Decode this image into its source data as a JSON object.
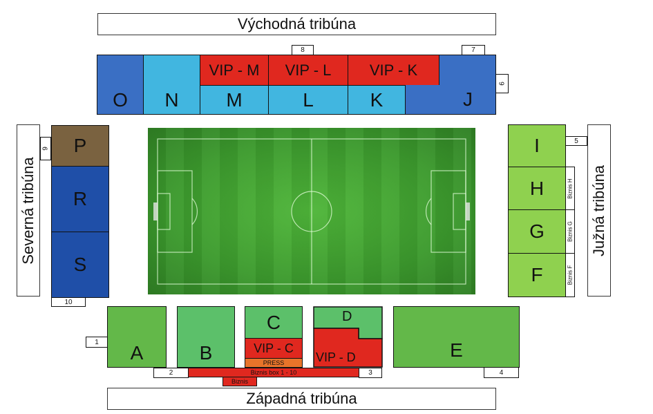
{
  "stands": {
    "east": "Východná tribúna",
    "west": "Západná tribúna",
    "north": "Severná tribúna",
    "south": "Južná tribúna"
  },
  "sections": {
    "O": "O",
    "N": "N",
    "M": "M",
    "L": "L",
    "K": "K",
    "J": "J",
    "P": "P",
    "R": "R",
    "S": "S",
    "I": "I",
    "H": "H",
    "G": "G",
    "F": "F",
    "A": "A",
    "B": "B",
    "C": "C",
    "D": "D",
    "E": "E"
  },
  "vip": {
    "M": "VIP - M",
    "L": "VIP - L",
    "K": "VIP - K",
    "C": "VIP - C",
    "D": "VIP - D"
  },
  "gates": {
    "g1": "1",
    "g2": "2",
    "g3": "3",
    "g4": "4",
    "g5": "5",
    "g6": "6",
    "g7": "7",
    "g8": "8",
    "g9": "9",
    "g10": "10"
  },
  "small_labels": {
    "press": "PRESS",
    "biznis_box": "Biznis box 1 - 10",
    "biznis": "Biznis",
    "biznis_h": "Biznis H",
    "biznis_g": "Biznis G",
    "biznis_f": "Biznis F"
  },
  "colors": {
    "blue_dark": "#3a6fc4",
    "blue_navy": "#1f4fa8",
    "cyan": "#41b6e0",
    "vip_red": "#e0281f",
    "brown": "#7a6240",
    "green_mid": "#63b849",
    "green_light": "#8fd14f",
    "green_soft": "#5cc06a",
    "press_orange": "#e8742a"
  }
}
